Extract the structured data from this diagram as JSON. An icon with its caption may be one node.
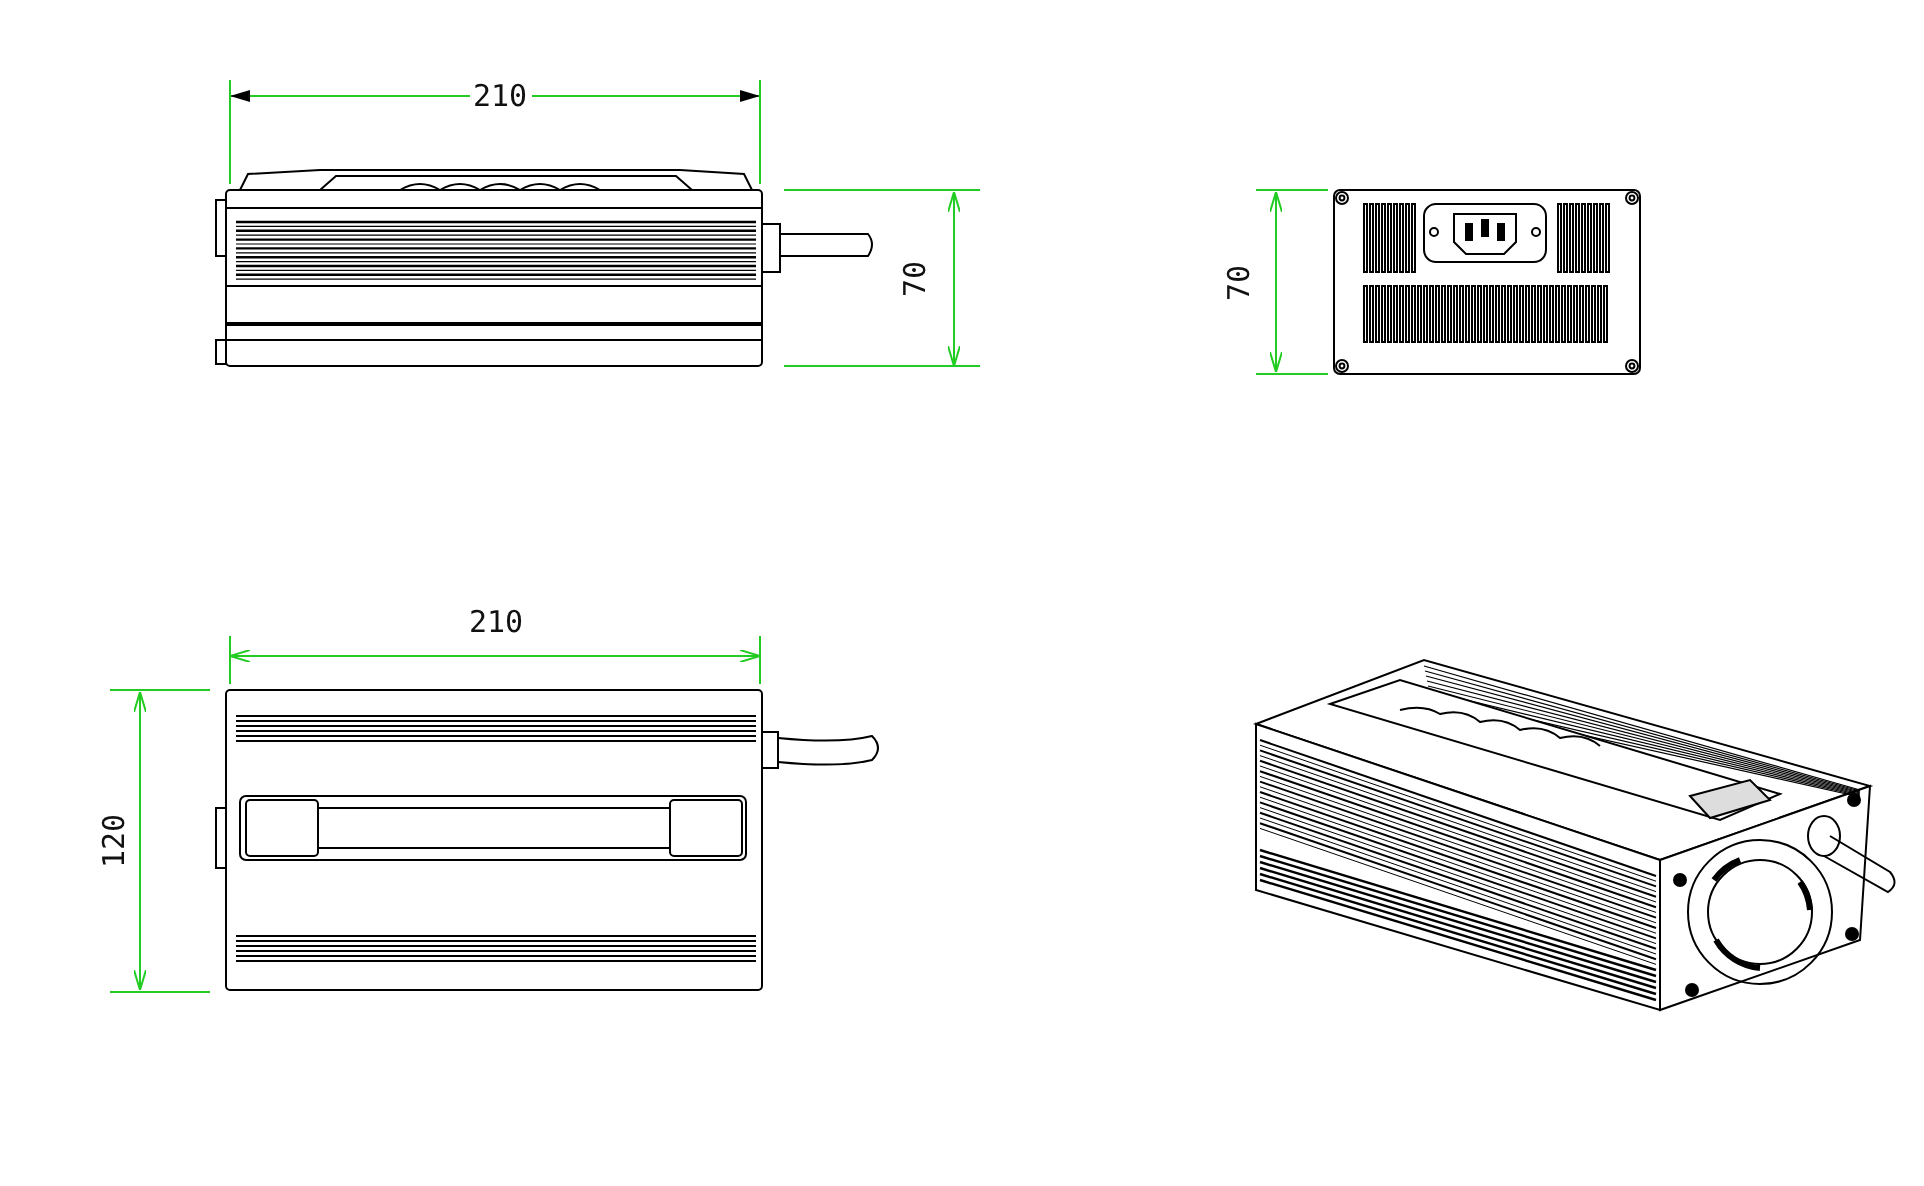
{
  "diagram": {
    "labels": [
      "210",
      "70",
      "70",
      "210",
      "120"
    ]
  }
}
